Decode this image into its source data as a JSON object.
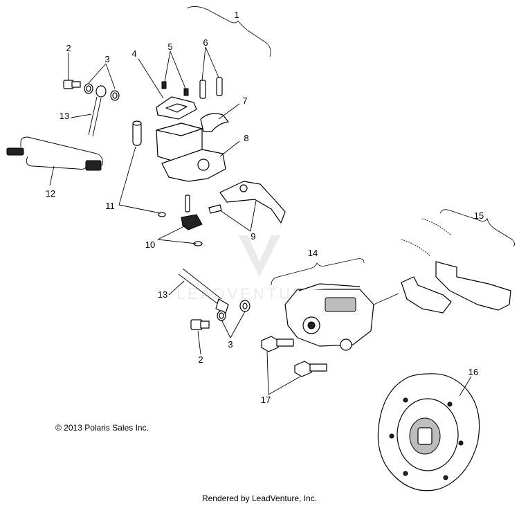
{
  "callouts": [
    "1",
    "2",
    "3",
    "4",
    "5",
    "6",
    "7",
    "8",
    "9",
    "10",
    "11",
    "12",
    "13",
    "14",
    "15",
    "16",
    "17"
  ],
  "copyright": "© 2013 Polaris Sales Inc.",
  "footer": "Rendered by LeadVenture, Inc.",
  "watermark": "LEADVENTURE"
}
